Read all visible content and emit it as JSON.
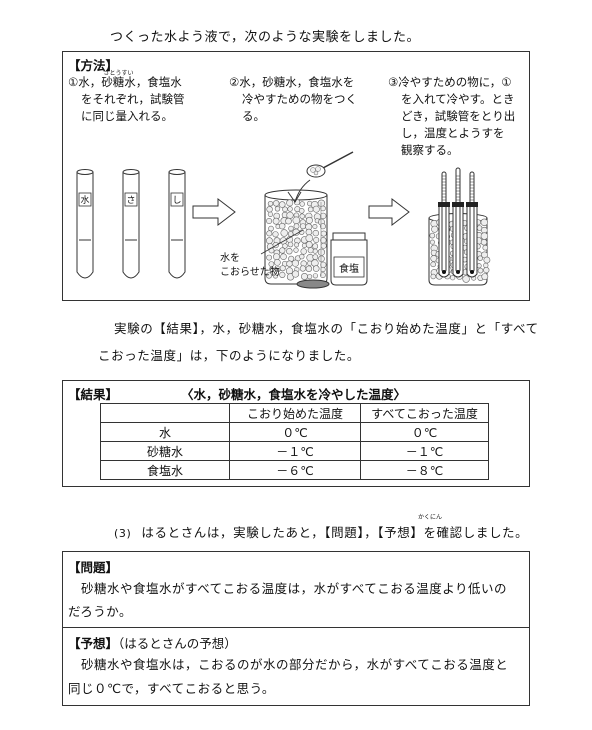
{
  "intro": "つくった水よう液で，次のような実験をしました。",
  "method": {
    "title": "【方法】",
    "step1": [
      "①水，砂糖水，食塩水",
      "をそれぞれ，試験管",
      "に同じ量入れる。"
    ],
    "step1_ruby": "さとうすい",
    "step2": [
      "②水，砂糖水，食塩水を",
      "冷やすための物をつく",
      "る。"
    ],
    "step3": [
      "③冷やすための物に，①",
      "を入れて冷やす。とき",
      "どき，試験管をとり出",
      "し，温度とようすを",
      "観察する。"
    ],
    "tube_labels": [
      "水",
      "さ",
      "し"
    ],
    "ice_label": [
      "水を",
      "こおらせた物"
    ],
    "salt_label": "食塩"
  },
  "result_para": [
    "実験の【結果】，水，砂糖水，食塩水の「こおり始めた温度」と「すべて",
    "こおった温度」は，下のようになりました。"
  ],
  "result": {
    "title": "【結果】",
    "caption": "〈水，砂糖水，食塩水を冷やした温度〉",
    "columns": [
      "",
      "こおり始めた温度",
      "すべてこおった温度"
    ],
    "rows": [
      [
        "水",
        "０℃",
        "０℃"
      ],
      [
        "砂糖水",
        "－１℃",
        "－１℃"
      ],
      [
        "食塩水",
        "－６℃",
        "－８℃"
      ]
    ]
  },
  "q3": {
    "num": "(3)",
    "text": "はるとさんは，実験したあと，【問題】，【予想】を確認しました。",
    "ruby": "かくにん"
  },
  "problem": {
    "title": "【問題】",
    "lines": [
      "砂糖水や食塩水がすべてこおる温度は，水がすべてこおる温度より低いの",
      "だろうか。"
    ]
  },
  "prediction": {
    "title": "【予想】",
    "subtitle": "（はるとさんの予想）",
    "lines": [
      "砂糖水や食塩水は，こおるのが水の部分だから，水がすべてこおる温度と",
      "同じ０℃で，すべてこおると思う。"
    ]
  }
}
